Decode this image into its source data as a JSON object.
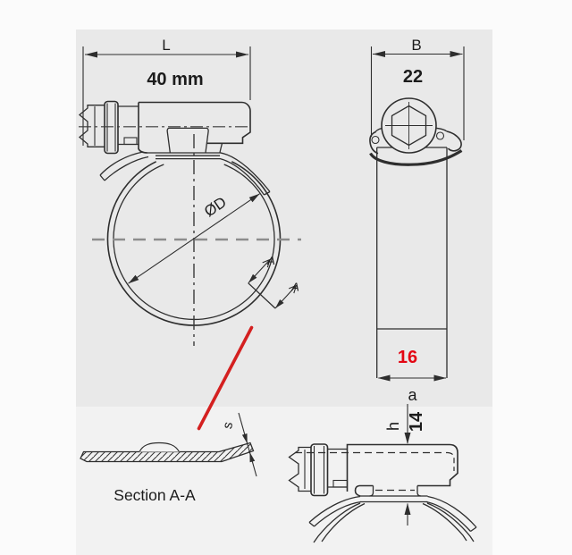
{
  "drawing": {
    "dimensions": {
      "length": {
        "letter": "L",
        "value": "40 mm"
      },
      "band_width_top": {
        "letter": "B",
        "value": "22"
      },
      "band_width_bottom": {
        "value": "16"
      },
      "head_height": {
        "letter": "h",
        "value": "14"
      },
      "head_offset_letter": "a",
      "band_thickness_letter": "s",
      "diameter_label": "ØD"
    },
    "section": {
      "label": "Section A-A",
      "cut_arrow_label_1": "A",
      "cut_arrow_label_2": "A"
    },
    "colors": {
      "line": "#2e2e2e",
      "dimension_red": "#e30613",
      "red_line": "#d42020",
      "centerline_gray": "#8d8d8d",
      "panel_gray": "#e9e9e9",
      "background": "#fbfbfb"
    }
  }
}
